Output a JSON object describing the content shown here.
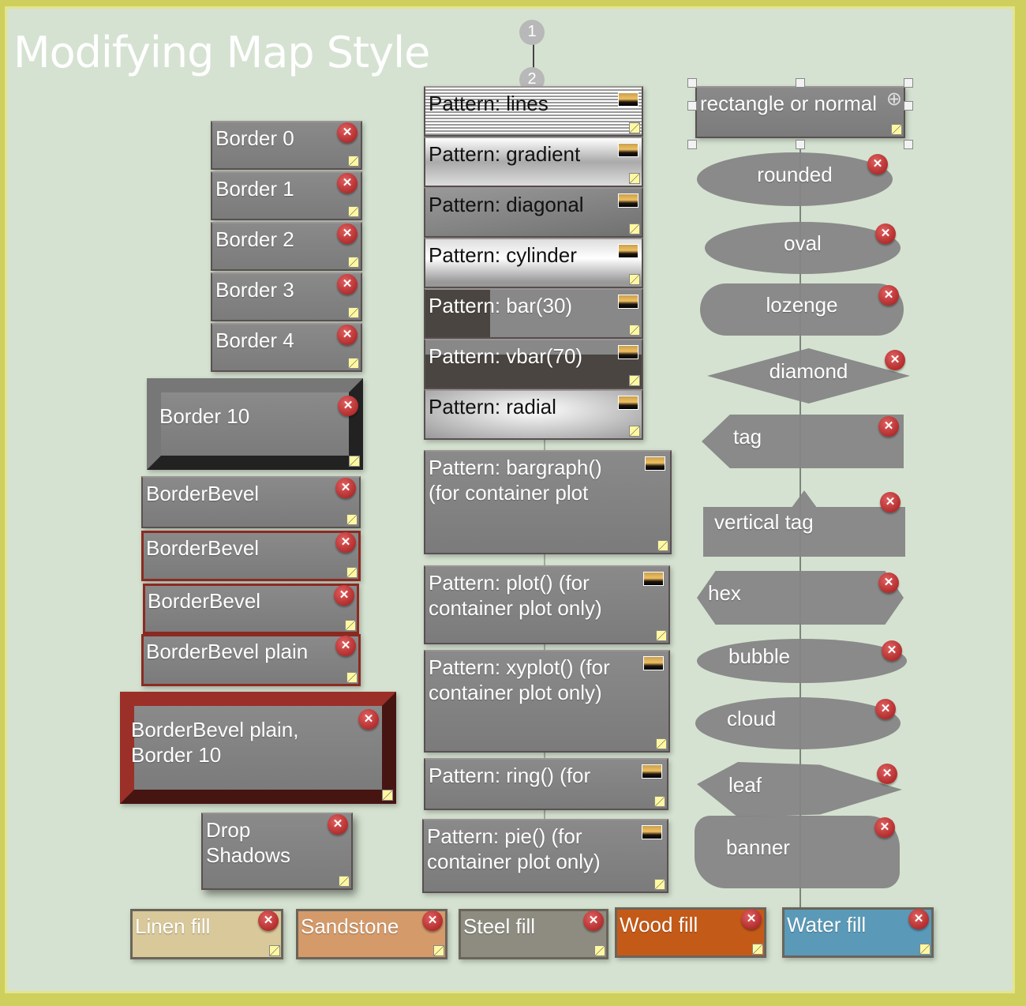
{
  "title": "Modifying Map Style",
  "badges": [
    "1",
    "2"
  ],
  "colors": {
    "background": "#d5e2d1",
    "frame": "#cfcf5e",
    "note": "#828282",
    "red_border": "#8c2a22",
    "close": "#b02020"
  },
  "left_column": [
    {
      "label": "Border 0"
    },
    {
      "label": "Border 1"
    },
    {
      "label": "Border 2"
    },
    {
      "label": "Border 3"
    },
    {
      "label": "Border 4"
    },
    {
      "label": "Border 10"
    },
    {
      "label": "BorderBevel"
    },
    {
      "label": "BorderBevel"
    },
    {
      "label": "BorderBevel"
    },
    {
      "label": "BorderBevel plain"
    },
    {
      "label": "BorderBevel plain,\nBorder 10"
    },
    {
      "label": "Drop\nShadows"
    }
  ],
  "pattern_column": [
    {
      "label": "Pattern: lines"
    },
    {
      "label": "Pattern: gradient"
    },
    {
      "label": "Pattern: diagonal"
    },
    {
      "label": "Pattern: cylinder"
    },
    {
      "label": "Pattern: bar(30)"
    },
    {
      "label": "Pattern: vbar(70)"
    },
    {
      "label": "Pattern: radial"
    },
    {
      "label": "Pattern: bargraph()\n(for container plot"
    },
    {
      "label": "Pattern: plot() (for\ncontainer plot only)"
    },
    {
      "label": "Pattern: xyplot() (for\ncontainer plot only)"
    },
    {
      "label": "Pattern: ring() (for"
    },
    {
      "label": "Pattern: pie() (for\ncontainer plot only)"
    }
  ],
  "shape_column": [
    {
      "label": "rectangle or normal"
    },
    {
      "label": "rounded"
    },
    {
      "label": "oval"
    },
    {
      "label": "lozenge"
    },
    {
      "label": "diamond"
    },
    {
      "label": "tag"
    },
    {
      "label": "vertical tag"
    },
    {
      "label": "hex"
    },
    {
      "label": "bubble"
    },
    {
      "label": "cloud"
    },
    {
      "label": "leaf"
    },
    {
      "label": "banner"
    }
  ],
  "fill_row": [
    {
      "label": "Linen fill",
      "color": "#d8c89a"
    },
    {
      "label": "Sandstone",
      "color": "#d49a6a"
    },
    {
      "label": "Steel fill",
      "color": "#8e8c80"
    },
    {
      "label": "Wood fill",
      "color": "#c45a18"
    },
    {
      "label": "Water fill",
      "color": "#5a9ab8"
    }
  ],
  "icons": {
    "close": "close-x-icon",
    "resize": "resize-handle-icon",
    "image": "image-thumbnail-icon",
    "add": "plus-circle-icon"
  }
}
